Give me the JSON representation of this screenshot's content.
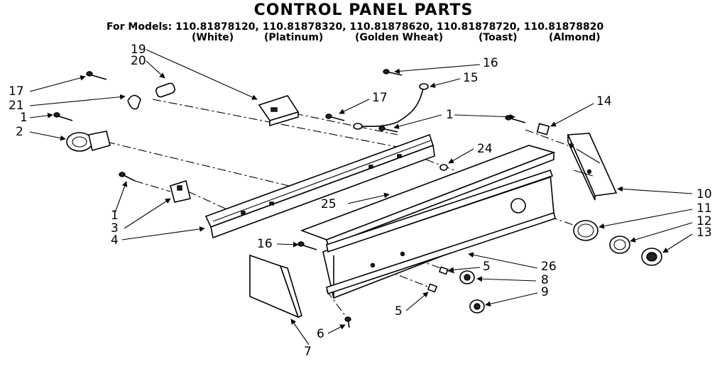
{
  "header": {
    "title": "CONTROL PANEL PARTS",
    "models_line": "For Models: 110.81878120, 110.81878320, 110.81878620, 110.81878720, 110.81878820",
    "colors": [
      "(White)",
      "(Platinum)",
      "(Golden Wheat)",
      "(Toast)",
      "(Almond)"
    ]
  },
  "callouts": {
    "c19": "19",
    "c20": "20",
    "c17a": "17",
    "c21": "21",
    "c1a": "1",
    "c2": "2",
    "c1b": "1",
    "c3": "3",
    "c4": "4",
    "c16a": "16",
    "c15": "15",
    "c17b": "17",
    "c1c": "1",
    "c14": "14",
    "c24": "24",
    "c25": "25",
    "c10": "10",
    "c11": "11",
    "c12": "12",
    "c13": "13",
    "c16b": "16",
    "c5a": "5",
    "c26": "26",
    "c8": "8",
    "c9": "9",
    "c5b": "5",
    "c6": "6",
    "c7": "7"
  }
}
